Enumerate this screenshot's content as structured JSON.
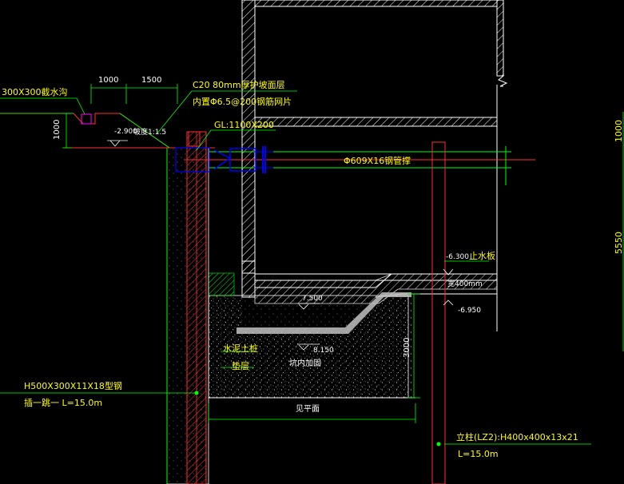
{
  "drawing": {
    "colors": {
      "background": "#000000",
      "wall": "#ffffff",
      "dimension": "#00ff00",
      "annotation_text": "#00ff00",
      "steel_pile": "#ff0000",
      "strut": "#00ff00",
      "joint": "#0000ff",
      "dim_text": "#ffff00",
      "hatch_fill": "#888888"
    },
    "labels": {
      "drain_ditch": "300X300截水沟",
      "dim_1000_a": "1000",
      "dim_1500": "1500",
      "dim_1000_v": "1000",
      "slope_face_1": "C20 80mm厚护坡面层",
      "slope_face_2": "内置Φ6.5@200钢筋网片",
      "elev_2900": "-2.900",
      "slope_ratio": "坡度1:1.5",
      "waler": "GL:1100X200",
      "strut": "Φ609X16钢管撑",
      "waterstop_elev": "-6.300",
      "waterstop": "止水板",
      "waterstop_size": "宽400mm",
      "elev_6950": "-6.950",
      "elev_7500": "7.500",
      "elev_8150": "8.150",
      "dim_3000": "3000",
      "cement_soil": "水泥土桩",
      "cushion": "垫层",
      "pit_reinforce": "坑内加固",
      "see_plan": "见平面",
      "steel_pile_1": "H500X300X11X18型钢",
      "steel_pile_2": "插一跳一 L=15.0m",
      "column_1": "立柱(LZ2):H400x400x13x21",
      "column_2": "L=15.0m",
      "right_dim_1": "1000",
      "right_dim_2": "5550"
    }
  }
}
